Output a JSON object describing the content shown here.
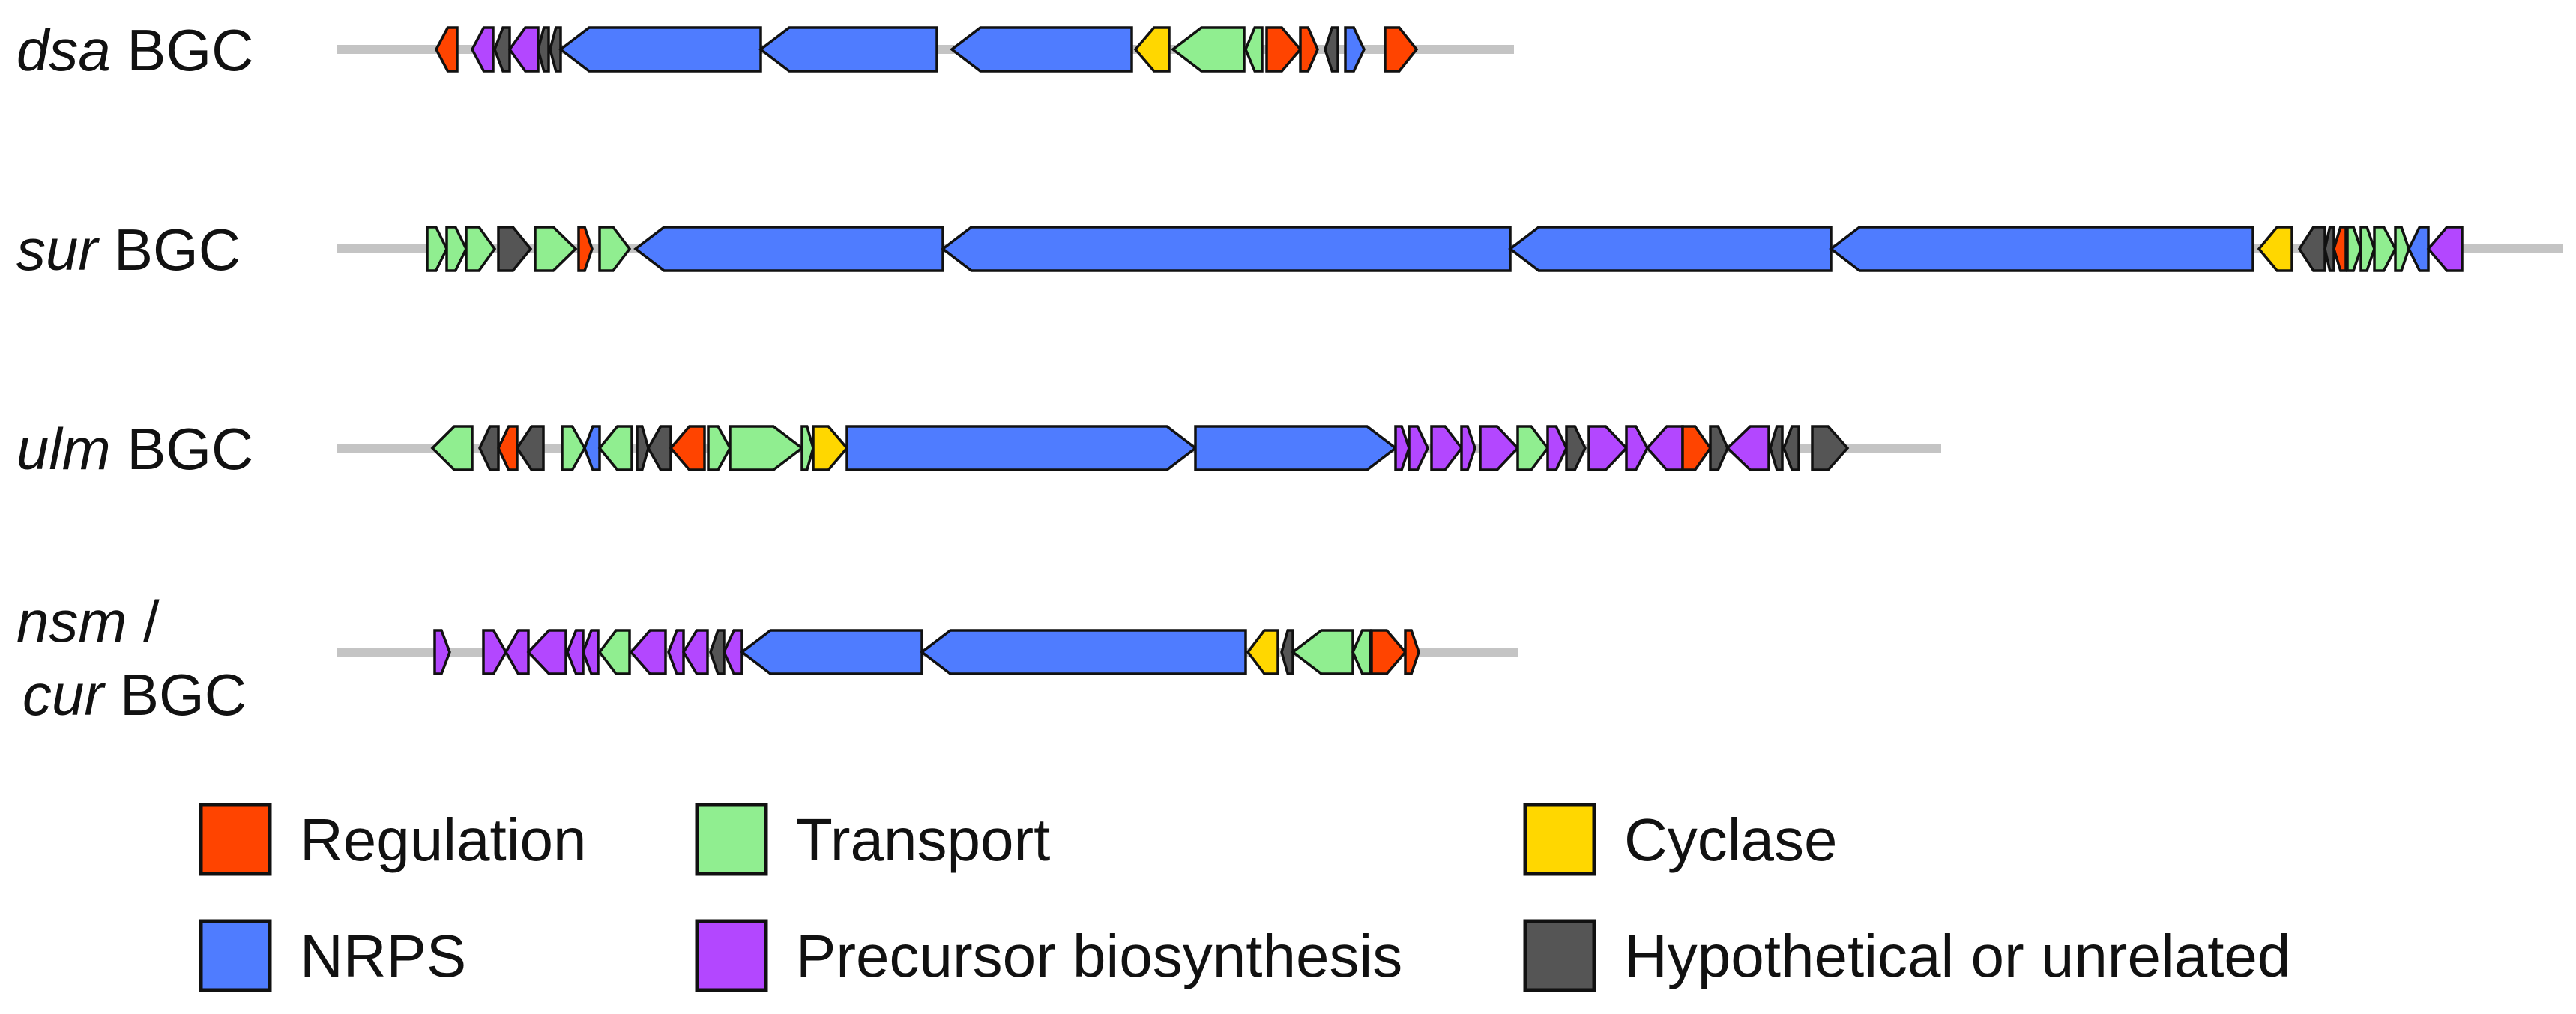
{
  "categories": {
    "reg": {
      "label": "Regulation",
      "color": "#ff4400"
    },
    "nrps": {
      "label": "NRPS",
      "color": "#4f7cff"
    },
    "trans": {
      "label": "Transport",
      "color": "#90ee90"
    },
    "prec": {
      "label": "Precursor biosynthesis",
      "color": "#b347ff"
    },
    "cyc": {
      "label": "Cyclase",
      "color": "#ffd700"
    },
    "hyp": {
      "label": "Hypothetical or unrelated",
      "color": "#555555"
    }
  },
  "clusters": [
    {
      "name_italic": "dsa",
      "name_rest": " BGC",
      "genes": [
        {
          "start": 582,
          "end": 610,
          "dir": -1,
          "cat": "reg"
        },
        {
          "start": 630,
          "end": 658,
          "dir": -1,
          "cat": "prec"
        },
        {
          "start": 660,
          "end": 680,
          "dir": -1,
          "cat": "hyp"
        },
        {
          "start": 680,
          "end": 718,
          "dir": -1,
          "cat": "prec"
        },
        {
          "start": 718,
          "end": 732,
          "dir": -1,
          "cat": "hyp"
        },
        {
          "start": 734,
          "end": 748,
          "dir": -1,
          "cat": "hyp"
        },
        {
          "start": 748,
          "end": 1015,
          "dir": -1,
          "cat": "nrps"
        },
        {
          "start": 1015,
          "end": 1250,
          "dir": -1,
          "cat": "nrps"
        },
        {
          "start": 1270,
          "end": 1510,
          "dir": -1,
          "cat": "nrps"
        },
        {
          "start": 1515,
          "end": 1560,
          "dir": -1,
          "cat": "cyc"
        },
        {
          "start": 1565,
          "end": 1660,
          "dir": -1,
          "cat": "trans"
        },
        {
          "start": 1662,
          "end": 1684,
          "dir": -1,
          "cat": "trans"
        },
        {
          "start": 1690,
          "end": 1735,
          "dir": 1,
          "cat": "reg"
        },
        {
          "start": 1735,
          "end": 1758,
          "dir": 1,
          "cat": "reg"
        },
        {
          "start": 1768,
          "end": 1785,
          "dir": -1,
          "cat": "hyp"
        },
        {
          "start": 1795,
          "end": 1820,
          "dir": 1,
          "cat": "nrps"
        },
        {
          "start": 1848,
          "end": 1890,
          "dir": 1,
          "cat": "reg"
        }
      ]
    },
    {
      "name_italic": "sur",
      "name_rest": " BGC",
      "genes": [
        {
          "start": 570,
          "end": 596,
          "dir": 1,
          "cat": "trans"
        },
        {
          "start": 596,
          "end": 622,
          "dir": 1,
          "cat": "trans"
        },
        {
          "start": 622,
          "end": 660,
          "dir": 1,
          "cat": "trans"
        },
        {
          "start": 665,
          "end": 708,
          "dir": 1,
          "cat": "hyp"
        },
        {
          "start": 714,
          "end": 768,
          "dir": 1,
          "cat": "trans"
        },
        {
          "start": 772,
          "end": 790,
          "dir": 1,
          "cat": "reg"
        },
        {
          "start": 800,
          "end": 840,
          "dir": 1,
          "cat": "trans"
        },
        {
          "start": 848,
          "end": 1258,
          "dir": -1,
          "cat": "nrps"
        },
        {
          "start": 1258,
          "end": 2015,
          "dir": -1,
          "cat": "nrps"
        },
        {
          "start": 2015,
          "end": 2443,
          "dir": -1,
          "cat": "nrps"
        },
        {
          "start": 2443,
          "end": 3006,
          "dir": -1,
          "cat": "nrps"
        },
        {
          "start": 3014,
          "end": 3058,
          "dir": -1,
          "cat": "cyc"
        },
        {
          "start": 3068,
          "end": 3102,
          "dir": -1,
          "cat": "hyp"
        },
        {
          "start": 3102,
          "end": 3114,
          "dir": -1,
          "cat": "hyp"
        },
        {
          "start": 3114,
          "end": 3130,
          "dir": -1,
          "cat": "reg"
        },
        {
          "start": 3132,
          "end": 3150,
          "dir": 1,
          "cat": "trans"
        },
        {
          "start": 3150,
          "end": 3168,
          "dir": 1,
          "cat": "trans"
        },
        {
          "start": 3168,
          "end": 3196,
          "dir": 1,
          "cat": "trans"
        },
        {
          "start": 3196,
          "end": 3214,
          "dir": 1,
          "cat": "trans"
        },
        {
          "start": 3214,
          "end": 3240,
          "dir": -1,
          "cat": "nrps"
        },
        {
          "start": 3240,
          "end": 3285,
          "dir": -1,
          "cat": "prec"
        }
      ]
    },
    {
      "name_italic": "ulm",
      "name_rest": " BGC",
      "genes": [
        {
          "start": 577,
          "end": 630,
          "dir": -1,
          "cat": "trans"
        },
        {
          "start": 640,
          "end": 665,
          "dir": -1,
          "cat": "hyp"
        },
        {
          "start": 665,
          "end": 690,
          "dir": -1,
          "cat": "reg"
        },
        {
          "start": 690,
          "end": 725,
          "dir": -1,
          "cat": "hyp"
        },
        {
          "start": 750,
          "end": 780,
          "dir": 1,
          "cat": "trans"
        },
        {
          "start": 780,
          "end": 800,
          "dir": -1,
          "cat": "nrps"
        },
        {
          "start": 800,
          "end": 843,
          "dir": -1,
          "cat": "trans"
        },
        {
          "start": 850,
          "end": 865,
          "dir": 1,
          "cat": "hyp"
        },
        {
          "start": 865,
          "end": 895,
          "dir": -1,
          "cat": "hyp"
        },
        {
          "start": 895,
          "end": 940,
          "dir": -1,
          "cat": "reg"
        },
        {
          "start": 945,
          "end": 974,
          "dir": 1,
          "cat": "trans"
        },
        {
          "start": 974,
          "end": 1070,
          "dir": 1,
          "cat": "trans"
        },
        {
          "start": 1070,
          "end": 1085,
          "dir": 1,
          "cat": "trans"
        },
        {
          "start": 1085,
          "end": 1130,
          "dir": 1,
          "cat": "cyc"
        },
        {
          "start": 1130,
          "end": 1595,
          "dir": 1,
          "cat": "nrps"
        },
        {
          "start": 1595,
          "end": 1862,
          "dir": 1,
          "cat": "nrps"
        },
        {
          "start": 1862,
          "end": 1880,
          "dir": 1,
          "cat": "prec"
        },
        {
          "start": 1880,
          "end": 1905,
          "dir": 1,
          "cat": "prec"
        },
        {
          "start": 1910,
          "end": 1950,
          "dir": 1,
          "cat": "prec"
        },
        {
          "start": 1950,
          "end": 1968,
          "dir": 1,
          "cat": "prec"
        },
        {
          "start": 1975,
          "end": 2025,
          "dir": 1,
          "cat": "prec"
        },
        {
          "start": 2025,
          "end": 2065,
          "dir": 1,
          "cat": "trans"
        },
        {
          "start": 2065,
          "end": 2090,
          "dir": 1,
          "cat": "prec"
        },
        {
          "start": 2090,
          "end": 2115,
          "dir": 1,
          "cat": "hyp"
        },
        {
          "start": 2120,
          "end": 2170,
          "dir": 1,
          "cat": "prec"
        },
        {
          "start": 2170,
          "end": 2198,
          "dir": 1,
          "cat": "prec"
        },
        {
          "start": 2198,
          "end": 2245,
          "dir": -1,
          "cat": "prec"
        },
        {
          "start": 2245,
          "end": 2282,
          "dir": 1,
          "cat": "reg"
        },
        {
          "start": 2282,
          "end": 2305,
          "dir": 1,
          "cat": "hyp"
        },
        {
          "start": 2305,
          "end": 2360,
          "dir": -1,
          "cat": "prec"
        },
        {
          "start": 2362,
          "end": 2378,
          "dir": -1,
          "cat": "hyp"
        },
        {
          "start": 2380,
          "end": 2400,
          "dir": -1,
          "cat": "hyp"
        },
        {
          "start": 2418,
          "end": 2465,
          "dir": 1,
          "cat": "hyp"
        }
      ]
    },
    {
      "name_italic": "nsm",
      "name_rest": " /",
      "name_line2_italic": "cur",
      "name_line2_rest": " BGC",
      "genes": [
        {
          "start": 580,
          "end": 600,
          "dir": 1,
          "cat": "prec"
        },
        {
          "start": 645,
          "end": 675,
          "dir": 1,
          "cat": "prec"
        },
        {
          "start": 675,
          "end": 705,
          "dir": -1,
          "cat": "prec"
        },
        {
          "start": 705,
          "end": 755,
          "dir": -1,
          "cat": "prec"
        },
        {
          "start": 757,
          "end": 778,
          "dir": -1,
          "cat": "prec"
        },
        {
          "start": 778,
          "end": 798,
          "dir": -1,
          "cat": "prec"
        },
        {
          "start": 800,
          "end": 840,
          "dir": -1,
          "cat": "trans"
        },
        {
          "start": 842,
          "end": 888,
          "dir": -1,
          "cat": "prec"
        },
        {
          "start": 892,
          "end": 912,
          "dir": -1,
          "cat": "prec"
        },
        {
          "start": 912,
          "end": 944,
          "dir": -1,
          "cat": "prec"
        },
        {
          "start": 948,
          "end": 966,
          "dir": -1,
          "cat": "hyp"
        },
        {
          "start": 966,
          "end": 990,
          "dir": -1,
          "cat": "prec"
        },
        {
          "start": 990,
          "end": 1230,
          "dir": -1,
          "cat": "nrps"
        },
        {
          "start": 1230,
          "end": 1662,
          "dir": -1,
          "cat": "nrps"
        },
        {
          "start": 1665,
          "end": 1705,
          "dir": -1,
          "cat": "cyc"
        },
        {
          "start": 1710,
          "end": 1725,
          "dir": -1,
          "cat": "hyp"
        },
        {
          "start": 1725,
          "end": 1805,
          "dir": -1,
          "cat": "trans"
        },
        {
          "start": 1805,
          "end": 1828,
          "dir": -1,
          "cat": "trans"
        },
        {
          "start": 1830,
          "end": 1875,
          "dir": 1,
          "cat": "reg"
        },
        {
          "start": 1875,
          "end": 1893,
          "dir": 1,
          "cat": "reg"
        }
      ]
    }
  ],
  "legend": [
    [
      "reg",
      "trans",
      "cyc"
    ],
    [
      "nrps",
      "prec",
      "hyp"
    ]
  ]
}
